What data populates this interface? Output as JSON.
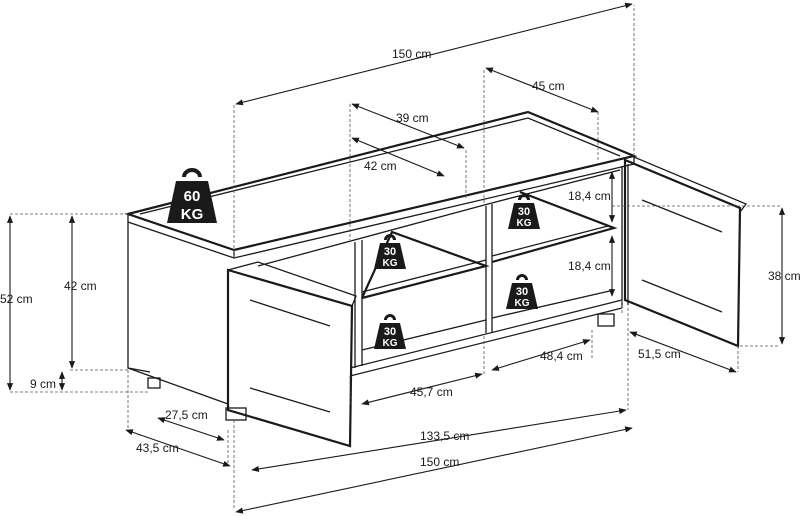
{
  "diagram": {
    "dimensions": {
      "top_width": "150 cm",
      "top_depth": "45 cm",
      "compartment_width_top": "39 cm",
      "compartment_depth": "42 cm",
      "shelf_height_upper": "18,4 cm",
      "shelf_height_lower": "18,4 cm",
      "door_height": "38 cm",
      "total_height": "52 cm",
      "body_height": "42 cm",
      "foot_height": "9 cm",
      "foot_offset": "27,5 cm",
      "side_depth": "43,5 cm",
      "compartment_width_bottom": "45,7 cm",
      "right_compartment_width": "48,4 cm",
      "door_width": "51,5 cm",
      "inner_width": "133,5 cm",
      "bottom_width": "150 cm"
    },
    "loads": {
      "top": {
        "value": "60",
        "unit": "KG"
      },
      "shelf_left": {
        "value": "30",
        "unit": "KG"
      },
      "shelf_right": {
        "value": "30",
        "unit": "KG"
      },
      "bottom_left": {
        "value": "30",
        "unit": "KG"
      },
      "bottom_right": {
        "value": "30",
        "unit": "KG"
      }
    },
    "colors": {
      "line": "#1a1a1a",
      "weight_icon": "#1a1a1a"
    }
  }
}
